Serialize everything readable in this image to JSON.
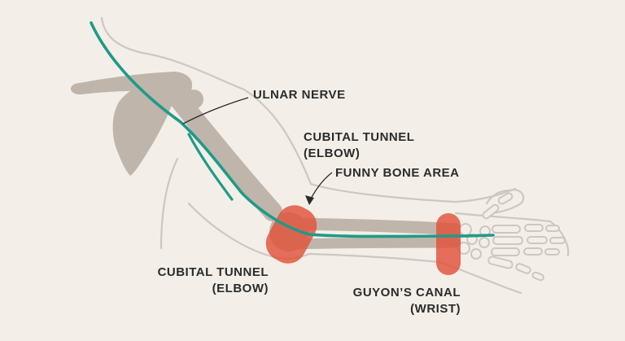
{
  "labels": {
    "ulnar_nerve": "ULNAR NERVE",
    "cubital_tunnel_top": {
      "line1": "CUBITAL TUNNEL",
      "line2": "(ELBOW)"
    },
    "funny_bone": "FUNNY BONE AREA",
    "cubital_tunnel_bottom": {
      "line1": "CUBITAL TUNNEL",
      "line2": "(ELBOW)"
    },
    "guyons_canal": {
      "line1": "GUYON’S CANAL",
      "line2": "(WRIST)"
    }
  },
  "colors": {
    "background": "#f3efe8",
    "bone": "#bfb5ab",
    "outline": "#c9c3bb",
    "nerve": "#1f9a88",
    "highlight": "#e0523a",
    "text": "#2b2b2b"
  }
}
